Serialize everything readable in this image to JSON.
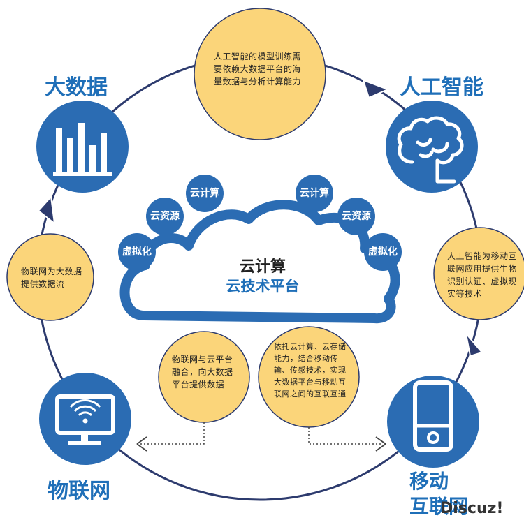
{
  "nodes": {
    "big_data": {
      "title": "大数据"
    },
    "ai": {
      "title": "人工智能"
    },
    "mobile": {
      "title": "移动\n互联网"
    },
    "iot": {
      "title": "物联网"
    }
  },
  "notes": {
    "top": "人工智能的模型训练需要依赖大数据平台的海量数据与分析计算能力",
    "right": "人工智能为移动互联网应用提供生物识别认证、虚拟现实等技术",
    "left": "物联网为大数据提供数据流",
    "bottom_left": "物联网与云平台融合，向大数据平台提供数据",
    "bottom_right": "依托云计算、云存储能力，结合移动传输、传感技术，实现大数据平台与移动互联网之间的互联互通"
  },
  "cloud": {
    "title": "云计算",
    "subtitle": "云技术平台",
    "bubbles_left": [
      "云计算",
      "云资源",
      "虚拟化"
    ],
    "bubbles_right": [
      "云计算",
      "云资源",
      "虚拟化"
    ]
  },
  "watermark": "Discuz!",
  "colors": {
    "blue": "#2b6cb3",
    "dark_blue": "#1f5aa0",
    "yellow": "#fbd57a",
    "ring": "#2d3b6e",
    "title_blue": "#1f6fb8"
  }
}
